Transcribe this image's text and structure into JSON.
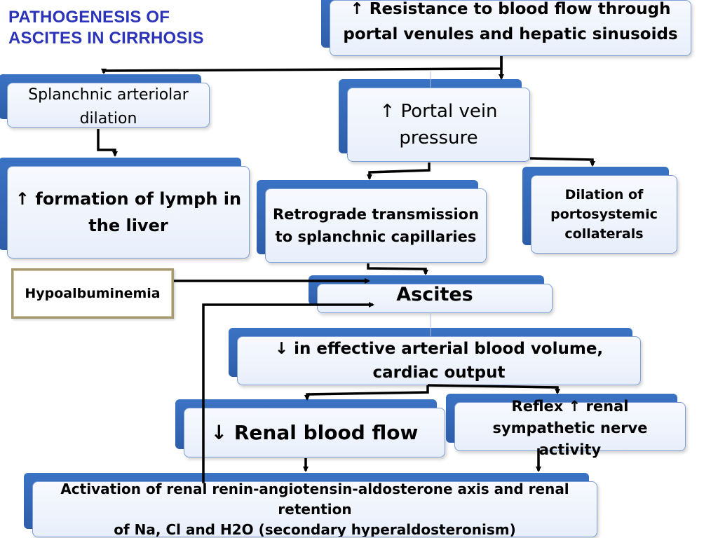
{
  "title": {
    "line1": "PATHOGENESIS OF",
    "line2": "ASCITES IN CIRRHOSIS"
  },
  "nodes": {
    "resistance": {
      "line1": "↑ Resistance to blood flow through",
      "line2": "portal venules and hepatic sinusoids"
    },
    "splanchnic": {
      "line1": "Splanchnic arteriolar",
      "line2": "dilation"
    },
    "portal": {
      "line1": "↑ Portal vein",
      "line2": "pressure"
    },
    "lymph": {
      "line1": "↑ formation of lymph in",
      "line2": "the liver"
    },
    "retrograde": {
      "line1": "Retrograde transmission",
      "line2": "to splanchnic capillaries"
    },
    "collaterals": {
      "line1": "Dilation of",
      "line2": "portosystemic",
      "line3": "collaterals"
    },
    "hypoalbuminemia": {
      "label": "Hypoalbuminemia"
    },
    "ascites": {
      "label": "Ascites"
    },
    "effective": {
      "line1": "↓ in effective arterial blood volume,",
      "line2": "cardiac output"
    },
    "renal_flow": {
      "label": "↓ Renal blood flow"
    },
    "reflex": {
      "line1": "Reflex ↑ renal",
      "line2": "sympathetic nerve",
      "line3": "activity"
    },
    "activation": {
      "line1": "Activation of renal renin-angiotensin-aldosterone axis and renal retention",
      "line2": "of Na, Cl and H2O (secondary hyperaldosteronism)"
    }
  },
  "colors": {
    "title": "#2b33b8",
    "box_back": "#3b73c4",
    "box_border": "#7b9fd6",
    "arrow": "#000000",
    "hypo_border": "#a59a72"
  }
}
